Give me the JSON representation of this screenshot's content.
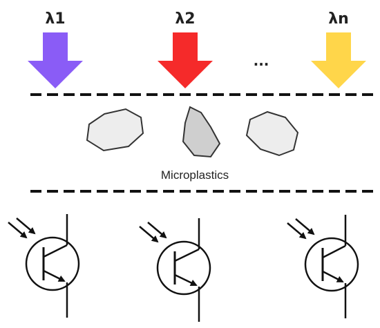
{
  "sources": [
    {
      "label": "λ1",
      "color": "#8A5CF6"
    },
    {
      "label": "λ2",
      "color": "#F52A2A"
    },
    {
      "label": "λn",
      "color": "#FFD64A"
    }
  ],
  "ellipsis": "...",
  "sample_label": "Microplastics",
  "particle_fills": [
    "#EDEDED",
    "#CFCFCF",
    "#EDEDED"
  ],
  "detector_count": 3
}
